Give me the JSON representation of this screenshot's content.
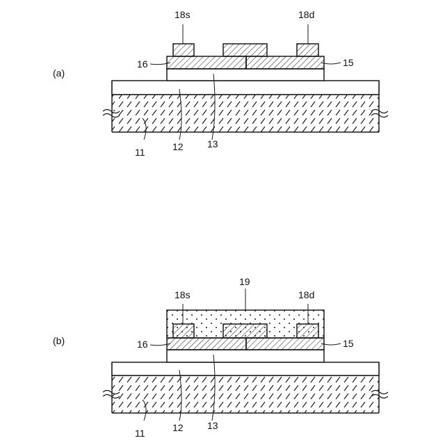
{
  "figures": [
    {
      "panel_label": "(a)",
      "labels": {
        "source_electrode": "18s",
        "drain_electrode": "18d",
        "left_region": "16",
        "right_region": "15",
        "substrate": "11",
        "insulating_layer": "12",
        "semiconductor_layer": "13"
      }
    },
    {
      "panel_label": "(b)",
      "labels": {
        "source_electrode": "18s",
        "drain_electrode": "18d",
        "left_region": "16",
        "right_region": "15",
        "substrate": "11",
        "insulating_layer": "12",
        "semiconductor_layer": "13",
        "cover_layer": "19"
      }
    }
  ],
  "colors": {
    "stroke": "#1a1a1a",
    "background": "#ffffff"
  }
}
